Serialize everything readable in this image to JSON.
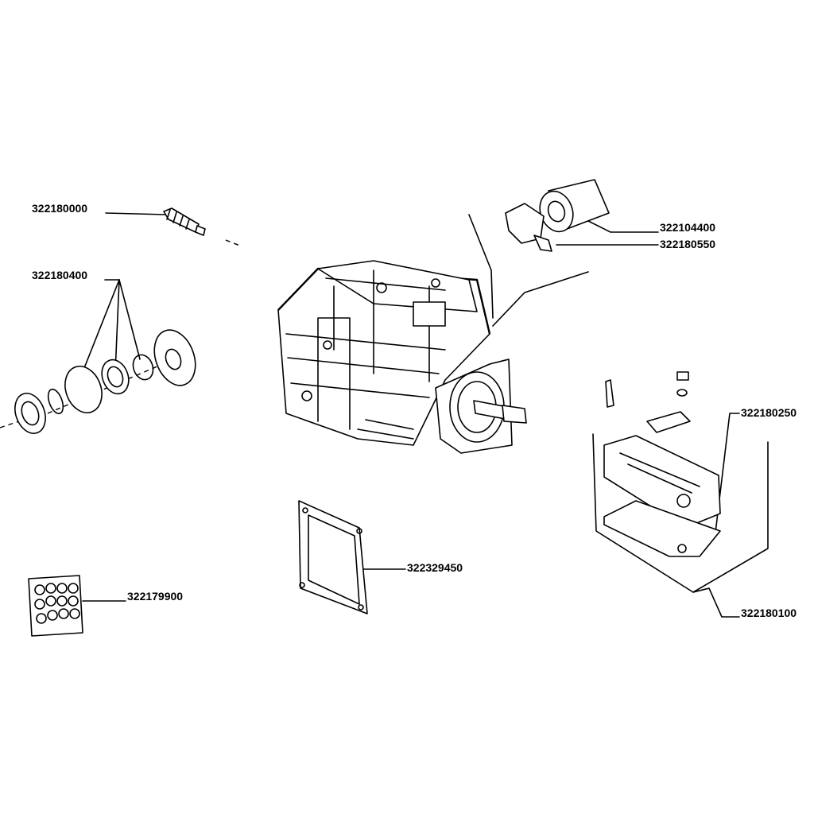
{
  "parts": [
    {
      "id": "p1",
      "label": "322180000"
    },
    {
      "id": "p2",
      "label": "322180400"
    },
    {
      "id": "p3",
      "label": "322104400"
    },
    {
      "id": "p4",
      "label": "322180550"
    },
    {
      "id": "p5",
      "label": "322180250"
    },
    {
      "id": "p6",
      "label": "322329450"
    },
    {
      "id": "p7",
      "label": "322179900"
    },
    {
      "id": "p8",
      "label": "322180100"
    }
  ]
}
